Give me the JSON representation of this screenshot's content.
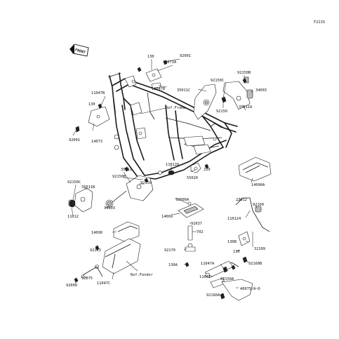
{
  "figure_code": "F2133",
  "front_label": "FRONT",
  "labels": {
    "l130a": "130",
    "l14073a": "14073A",
    "l92001a": "92001",
    "l11047b_top": "11047B",
    "l35011c": "35011C",
    "l92150c_top": "92150C",
    "l92150b_top": "92150B",
    "l34003_top": "34003",
    "l92150_top": "92150",
    "l35011a": "35011A",
    "l11047b_left": "11047B",
    "l130_left": "130",
    "l92001_left": "92001",
    "l14073": "14073",
    "ref_frame": "Ref.Frame",
    "l35011b": "35011B",
    "l92150c_mid": "92150C",
    "l35011": "35011",
    "l92150b_mid": "92150B",
    "l92150_mid": "92150",
    "l34003_mid": "34003",
    "l11012": "11012",
    "l110128": "110128",
    "l55020": "55020",
    "l220": "220",
    "l14090a": "14090A",
    "l14090": "14090",
    "l92143": "92143",
    "l92075": "92075",
    "l92009": "92009",
    "l11047c": "11047C",
    "ref_fender": "Ref.Fender",
    "l92009a": "92009A",
    "l14069": "14069",
    "l92037": "92037",
    "l702": "702",
    "l92170": "92170",
    "l130a_bot": "130A",
    "l11047a": "11047A",
    "l11047": "11047",
    "l92160a": "92160A",
    "l27012": "27012",
    "l92160": "92160",
    "l110124": "110124",
    "l130b": "130B",
    "l130_right": "130",
    "l32109": "32109",
    "l92160b": "92160B",
    "l92150a": "92150A",
    "l46075": "46075/A~D"
  }
}
